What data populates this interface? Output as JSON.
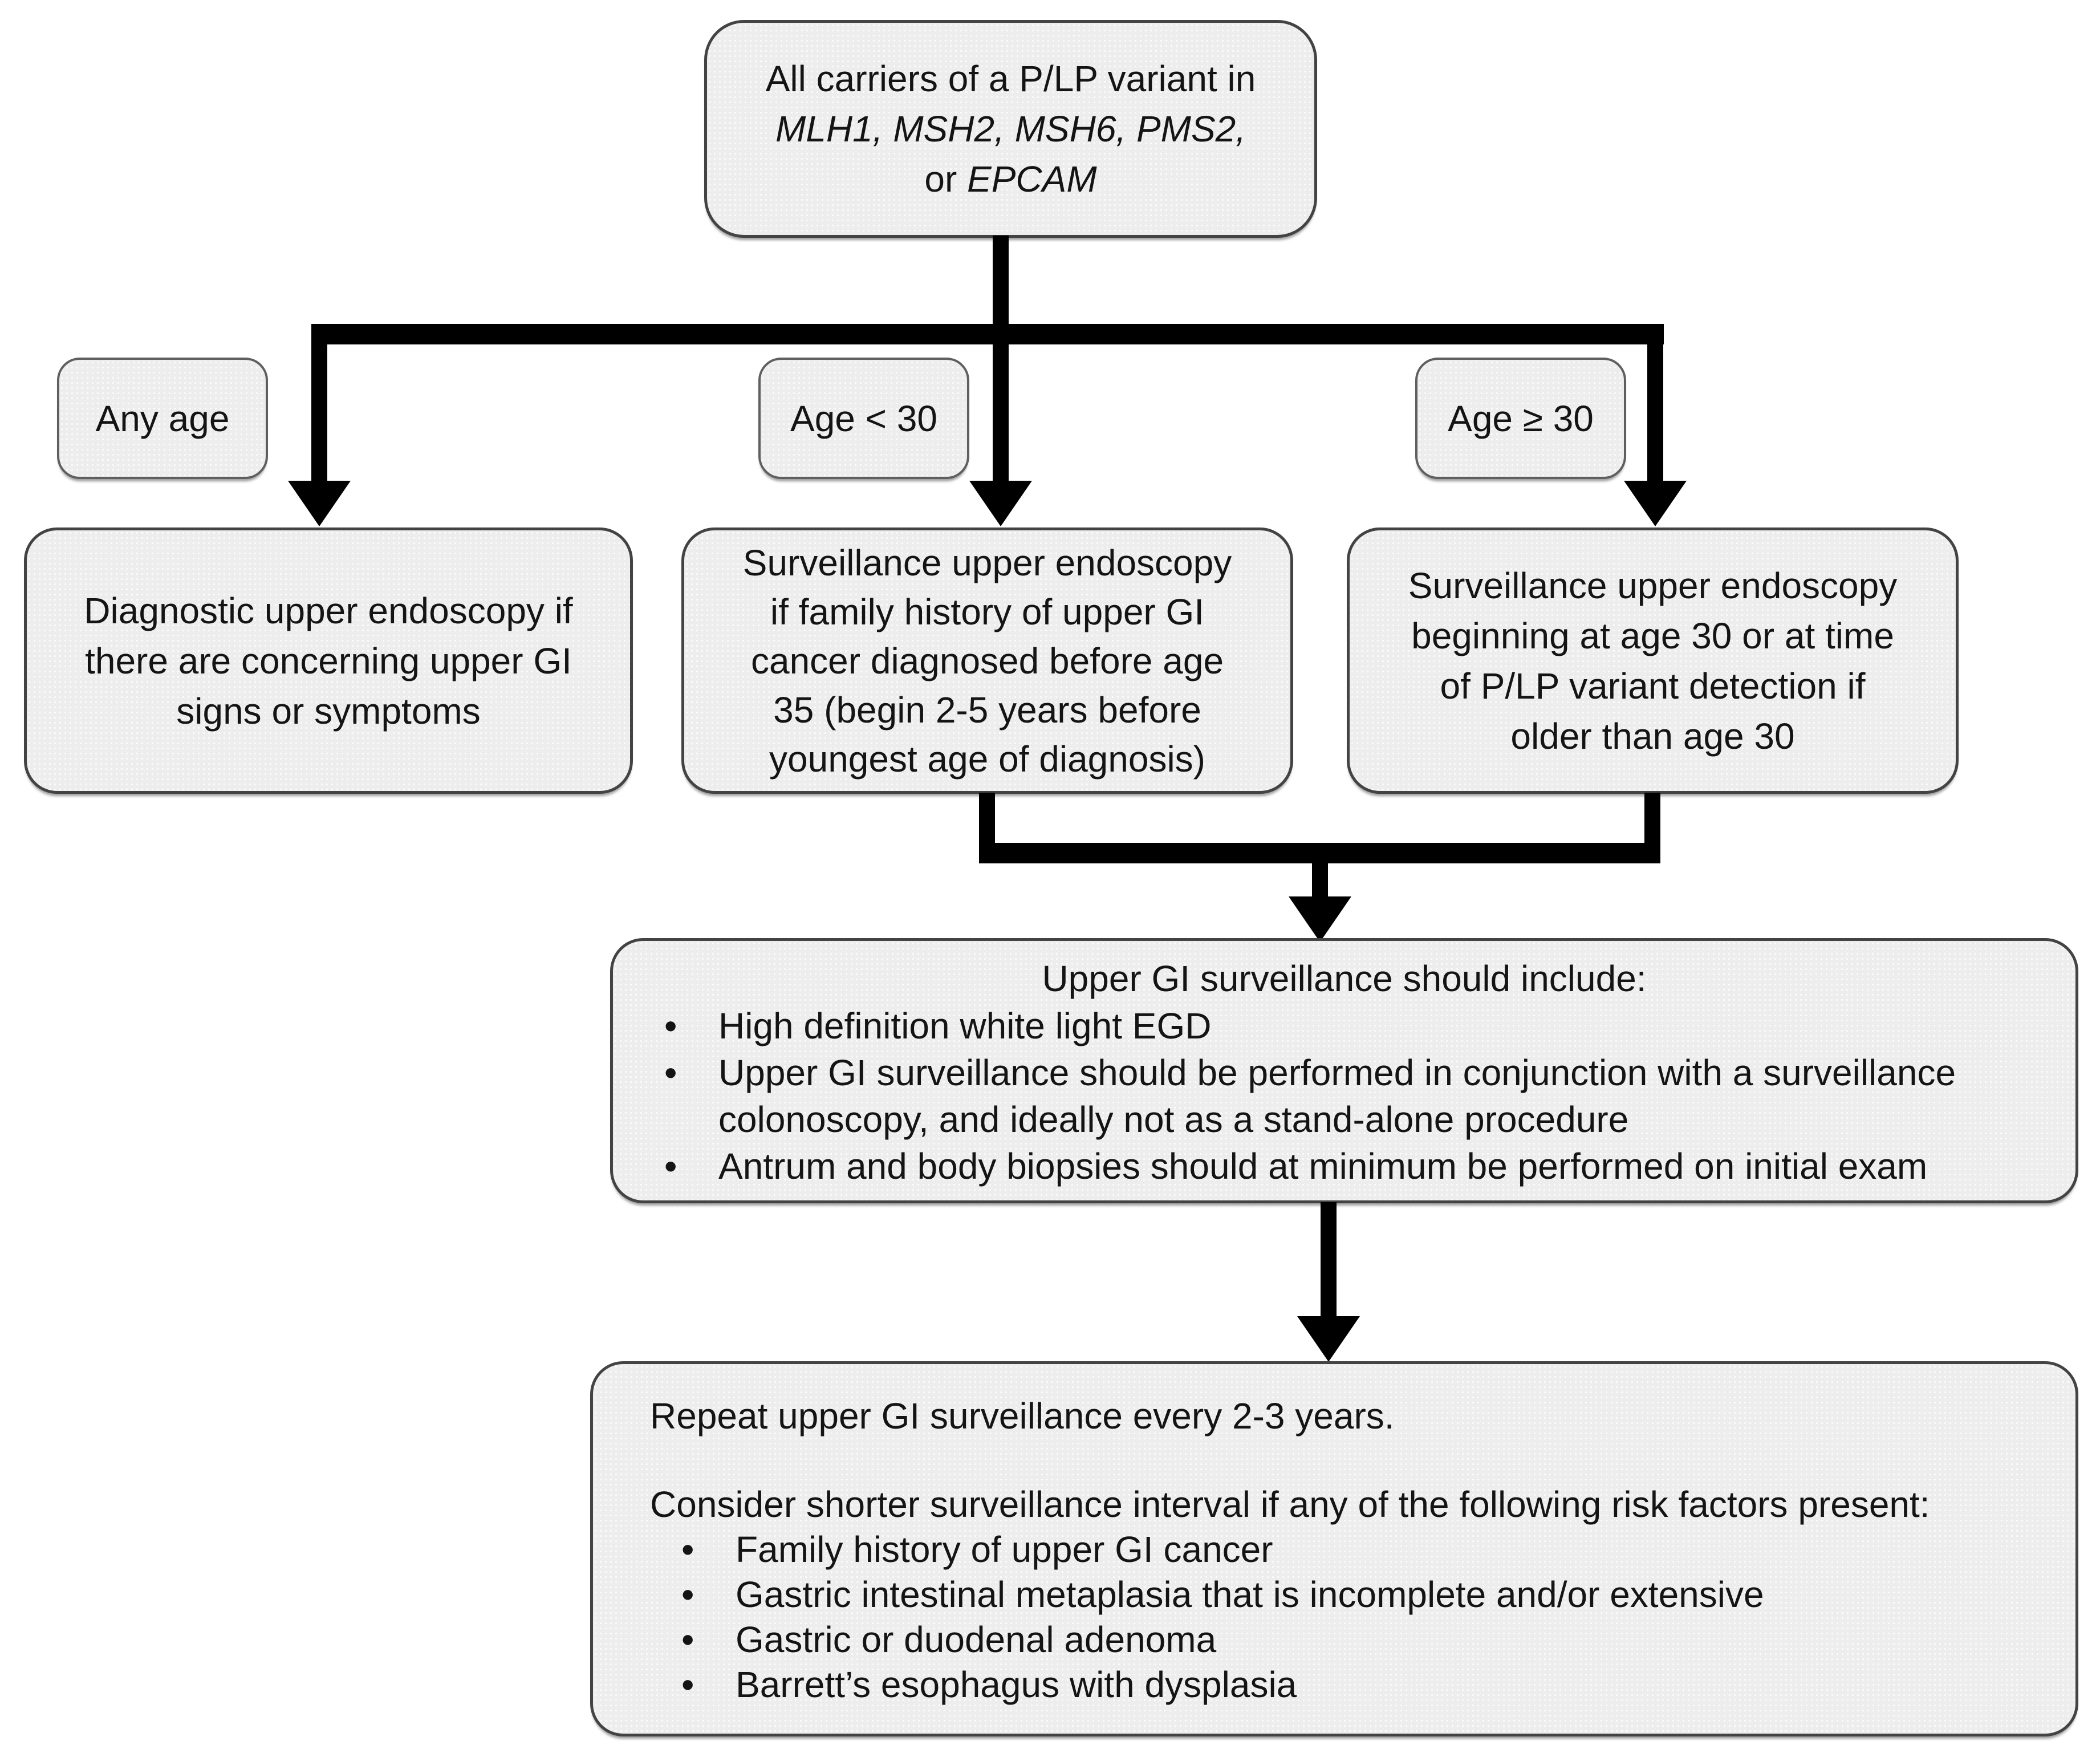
{
  "colors": {
    "background": "#ffffff",
    "box_fill": "#ededed",
    "box_border": "#434343",
    "connector": "#000000"
  },
  "bullet_glyph": "•",
  "root_box": {
    "line1": "All carriers of a P/LP variant in",
    "genes_line": "MLH1, MSH2, MSH6, PMS2,",
    "or_prefix": "or ",
    "last_gene": "EPCAM"
  },
  "branch_labels": {
    "left": "Any age",
    "middle": "Age < 30",
    "right": "Age ≥ 30"
  },
  "diagnostic_box": {
    "lines": [
      "Diagnostic upper endoscopy if",
      "there are concerning upper GI",
      "signs or symptoms"
    ]
  },
  "young_box": {
    "lines": [
      "Surveillance upper endoscopy",
      "if family history of upper GI",
      "cancer diagnosed before age",
      "35 (begin 2-5 years before",
      "youngest age of diagnosis)"
    ]
  },
  "older_box": {
    "lines": [
      "Surveillance upper endoscopy",
      "beginning at age 30 or at time",
      "of P/LP variant detection if",
      "older than age 30"
    ]
  },
  "include_box": {
    "title": "Upper GI surveillance should include:",
    "bullets": [
      [
        "High definition white light EGD"
      ],
      [
        "Upper GI surveillance should be performed in conjunction with a surveillance",
        "colonoscopy, and ideally not as a stand-alone procedure"
      ],
      [
        "Antrum and body biopsies should at minimum be performed on initial exam"
      ]
    ]
  },
  "repeat_box": {
    "line1": "Repeat upper GI surveillance every 2-3 years.",
    "intro": "Consider shorter surveillance interval if any of the following risk factors present:",
    "bullets": [
      "Family history of upper GI cancer",
      "Gastric intestinal metaplasia that is incomplete and/or extensive",
      "Gastric or duodenal adenoma",
      "Barrett’s esophagus with dysplasia"
    ]
  }
}
